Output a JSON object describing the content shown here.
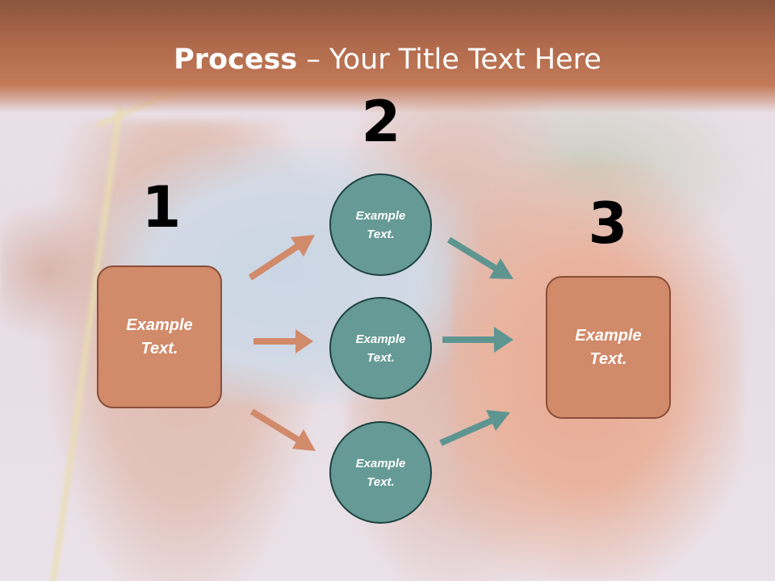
{
  "title": {
    "bold": "Process",
    "rest": " – Your Title Text Here"
  },
  "steps": {
    "one": "1",
    "two": "2",
    "three": "3"
  },
  "boxes": {
    "left": "Example Text.",
    "right": "Example Text."
  },
  "circles": {
    "top": "Example Text.",
    "middle": "Example Text.",
    "bottom": "Example Text."
  },
  "colors": {
    "title_bar": "#b06a4c",
    "box_fill": "#d18a6a",
    "box_border": "#8a4e3a",
    "circle_fill": "#669a96",
    "circle_border": "#1f4340",
    "arrow_orange": "#d18a6a",
    "arrow_teal": "#5f9591"
  }
}
